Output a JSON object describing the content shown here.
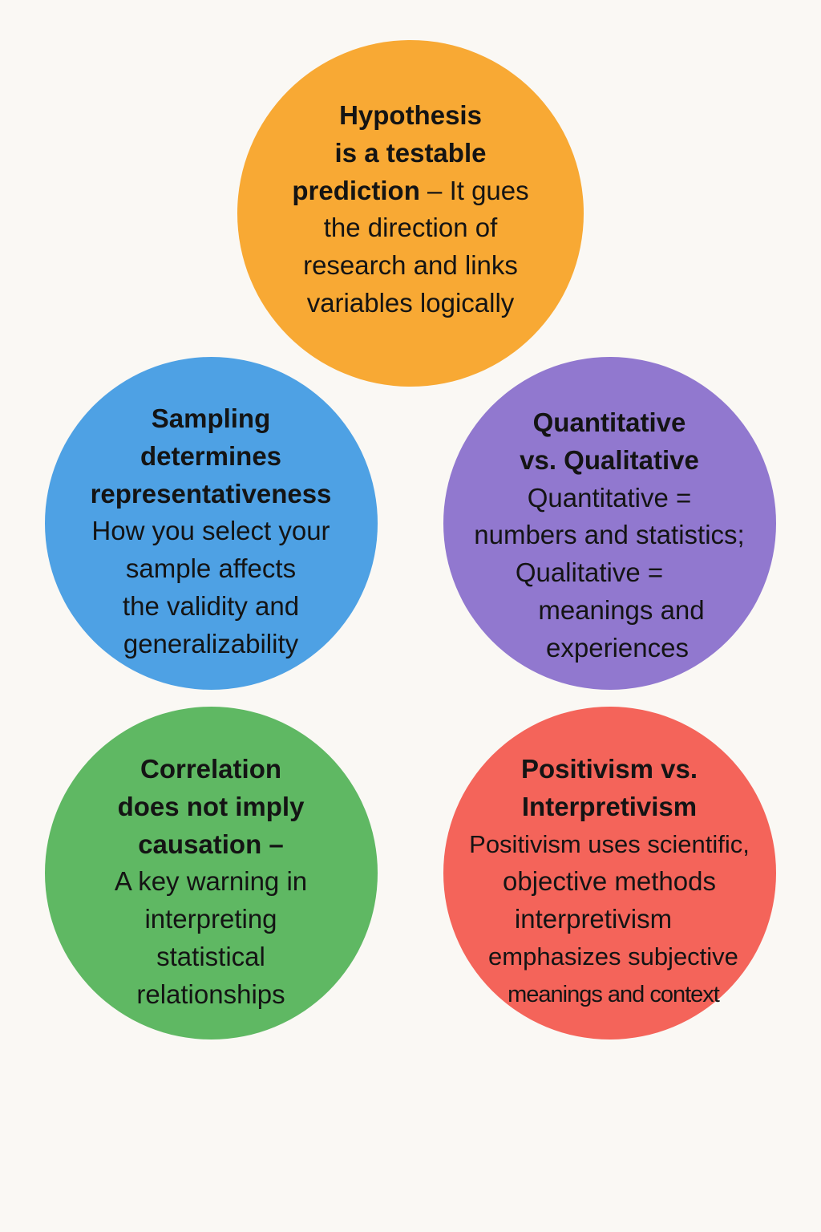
{
  "colors": {
    "orange": "#f8a934",
    "blue": "#4ea1e4",
    "purple": "#9178cf",
    "green": "#5fb863",
    "red": "#f4645a",
    "background": "#faf8f4"
  },
  "hypothesis": {
    "title1": "Hypothesis",
    "title2": "is a testable",
    "title3": "prediction",
    "body3": " – It gues",
    "body4": "the direction of",
    "body5": "research and links",
    "body6": "variables logically"
  },
  "sampling": {
    "title1": "Sampling",
    "title2": "determines",
    "title3": "representativeness",
    "body1": "How you select your",
    "body2": "sample affects",
    "body3": "the validity and",
    "body4": "generalizability"
  },
  "quant": {
    "title1": "Quantitative",
    "title2": "vs. Qualitative",
    "body1": "Quantitative =",
    "body2": "numbers and statistics;",
    "body3": "Qualitative =",
    "body4": "meanings and",
    "body5": "experiences"
  },
  "correlation": {
    "title1": "Correlation",
    "title2": "does not imply",
    "title3": "causation –",
    "body1": "A key warning in",
    "body2": "interpreting",
    "body3": "statistical",
    "body4": "relationships"
  },
  "positivism": {
    "title1": "Positivism vs.",
    "title2": "Interpretivism",
    "body1": "Positivism uses scientific,",
    "body2": "objective methods",
    "body3": "interpretivism",
    "body4": "emphasizes subjective",
    "body5": "meanings and context"
  }
}
